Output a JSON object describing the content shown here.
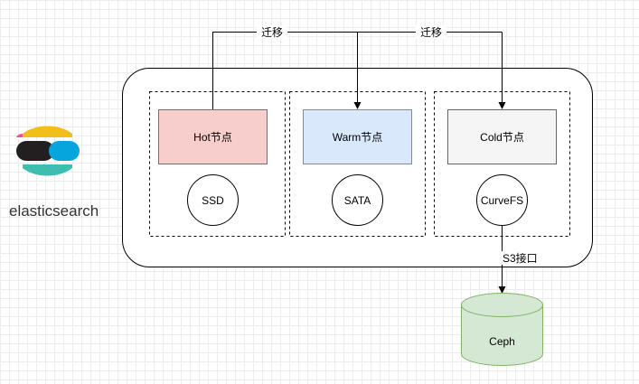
{
  "logo": {
    "wordmark": "elasticsearch",
    "colors": {
      "yellow": "#F0BF1A",
      "pink": "#EE5097",
      "dark": "#231F20",
      "blue": "#07A5DE",
      "teal": "#3EBEB0"
    }
  },
  "migrations": {
    "left_label": "迁移",
    "right_label": "迁移"
  },
  "tiers": [
    {
      "node_label": "Hot节点",
      "node_fill": "#F8CECC",
      "node_stroke": "#B85450",
      "storage_label": "SSD"
    },
    {
      "node_label": "Warm节点",
      "node_fill": "#DAE8FC",
      "node_stroke": "#6C8EBF",
      "storage_label": "SATA"
    },
    {
      "node_label": "Cold节点",
      "node_fill": "#F5F5F5",
      "node_stroke": "#666666",
      "storage_label": "CurveFS"
    }
  ],
  "interface_label": "S3接口",
  "backend": {
    "label": "Ceph",
    "fill": "#D5E8D4",
    "stroke": "#82B366"
  }
}
